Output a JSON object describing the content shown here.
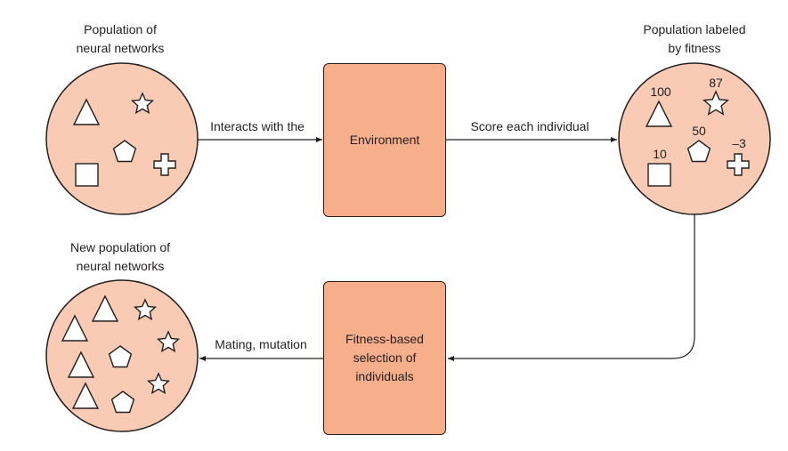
{
  "populations": {
    "initial_label": "Population of\nneural networks",
    "labeled_label": "Population labeled\nby fitness",
    "new_label": "New population of\nneural networks"
  },
  "boxes": {
    "environment": "Environment",
    "selection": "Fitness-based\nselection of\nindividuals"
  },
  "arrows": {
    "interacts": "Interacts with the",
    "score": "Score each individual",
    "mating": "Mating, mutation"
  },
  "fitness": {
    "triangle": "100",
    "star": "87",
    "pentagon": "50",
    "square": "10",
    "cross": "–3"
  },
  "colors": {
    "circle_fill": "#f9cbb5",
    "box_fill": "#f7ae8b",
    "stroke": "#231f20"
  },
  "shapes": {
    "initial": [
      "triangle",
      "star",
      "pentagon",
      "square",
      "cross"
    ],
    "labeled": [
      "triangle",
      "star",
      "pentagon",
      "square",
      "cross"
    ],
    "new": [
      "triangle",
      "triangle",
      "triangle",
      "triangle",
      "star",
      "star",
      "star",
      "pentagon",
      "pentagon"
    ]
  }
}
